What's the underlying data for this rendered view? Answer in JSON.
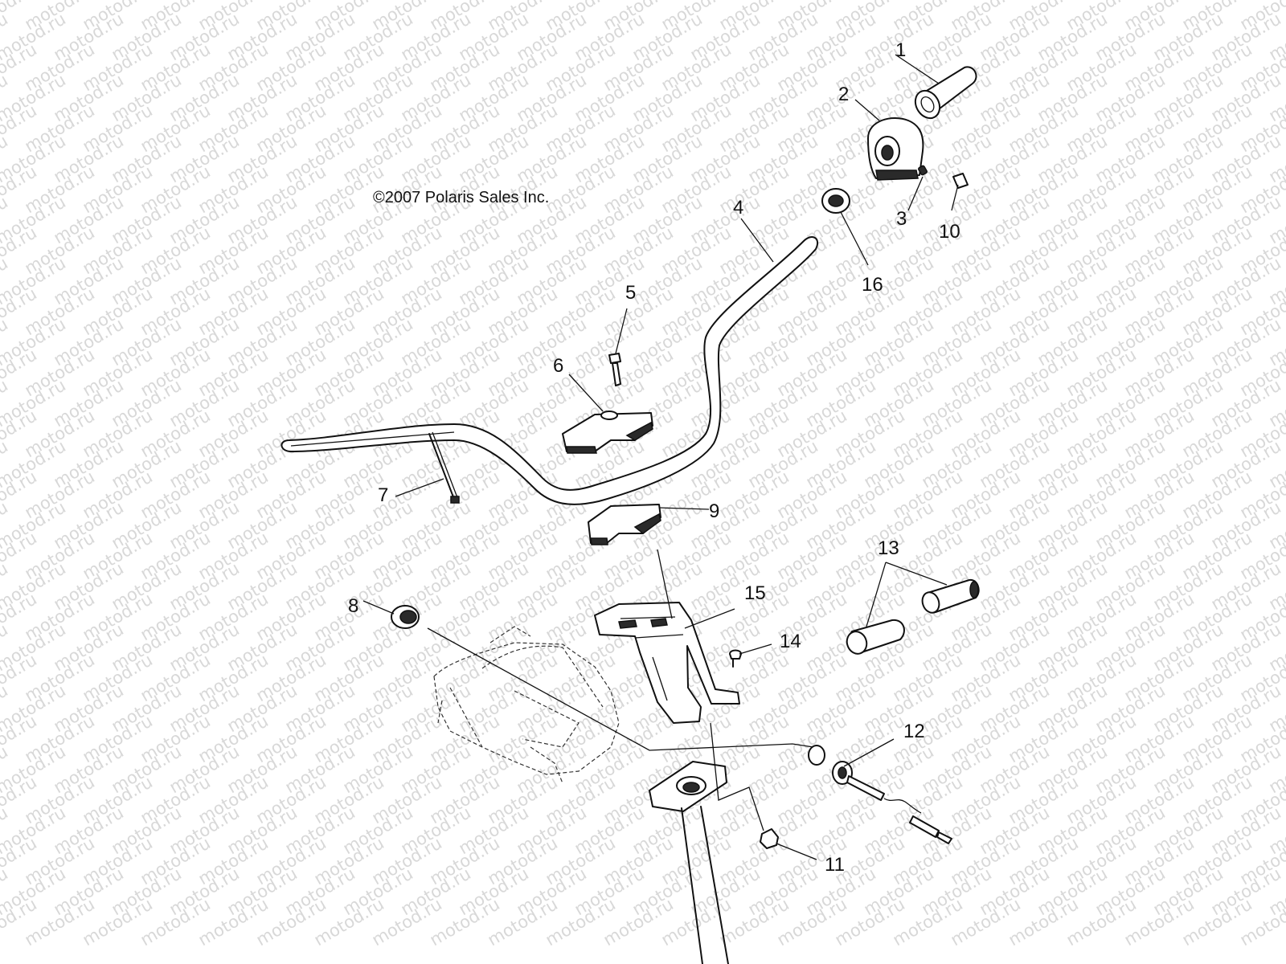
{
  "copyright": "©2007 Polaris Sales Inc.",
  "watermark": "motod.ru",
  "callouts": {
    "c1": "1",
    "c2": "2",
    "c3": "3",
    "c4": "4",
    "c5": "5",
    "c6": "6",
    "c7": "7",
    "c8": "8",
    "c9": "9",
    "c10": "10",
    "c11": "11",
    "c12": "12",
    "c13": "13",
    "c14": "14",
    "c15": "15",
    "c16": "16"
  }
}
